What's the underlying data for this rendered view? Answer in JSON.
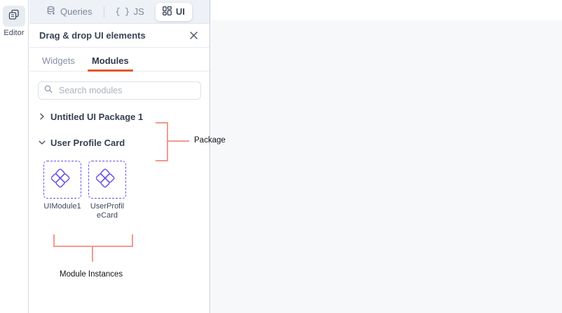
{
  "rail": {
    "items": [
      {
        "label": "Editor",
        "icon": "layers-icon",
        "active": true
      }
    ]
  },
  "tabstrip": {
    "tabs": [
      {
        "label": "Queries",
        "icon": "database-icon",
        "active": false
      },
      {
        "label": "JS",
        "icon": "curly-braces-icon",
        "active": false
      },
      {
        "label": "UI",
        "icon": "grid-icon",
        "active": true
      }
    ]
  },
  "panel": {
    "title": "Drag & drop UI elements",
    "close_label": "✕",
    "subtabs": [
      {
        "label": "Widgets",
        "active": false
      },
      {
        "label": "Modules",
        "active": true
      }
    ],
    "search": {
      "placeholder": "Search modules",
      "value": "",
      "icon": "search-icon"
    },
    "tree": [
      {
        "label": "Untitled UI Package 1",
        "expanded": false,
        "chevron": "›"
      },
      {
        "label": "User Profile Card",
        "expanded": true,
        "chevron": "⌄"
      }
    ],
    "modules": [
      {
        "name": "UIModule1",
        "icon": "module-diamonds-icon"
      },
      {
        "name": "UserProfileCard",
        "icon": "module-diamonds-icon"
      }
    ]
  },
  "annotations": [
    {
      "text": "Package",
      "target": "tree-items"
    },
    {
      "text": "Module Instances",
      "target": "module-tiles"
    }
  ],
  "colors": {
    "accent_orange": "#e05a2b",
    "module_purple": "#6b4ee6",
    "annotation_salmon": "#f09a8e",
    "canvas_bg": "#f7f8fa",
    "tabstrip_bg": "#eef1f6"
  }
}
